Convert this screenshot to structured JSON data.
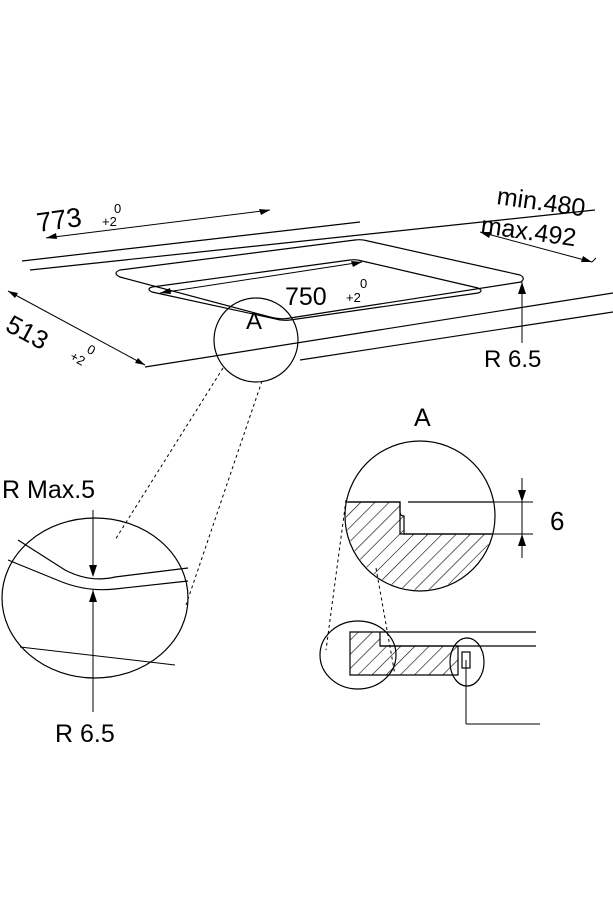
{
  "dimensions": {
    "width_main": "773",
    "width_main_tol_top": "0",
    "width_main_tol_bottom": "+2",
    "width_inner": "750",
    "width_inner_tol_top": "0",
    "width_inner_tol_bottom": "+2",
    "depth": "513",
    "depth_tol_top": "0",
    "depth_tol_bottom": "+2",
    "depth_min": "min.480",
    "depth_max": "max.492",
    "corner_radius": "R 6.5"
  },
  "detail_markers": {
    "top_view": "A",
    "section": "A"
  },
  "detail_left": {
    "radius_max": "R Max.5",
    "radius": "R 6.5"
  },
  "detail_right": {
    "height": "6"
  }
}
